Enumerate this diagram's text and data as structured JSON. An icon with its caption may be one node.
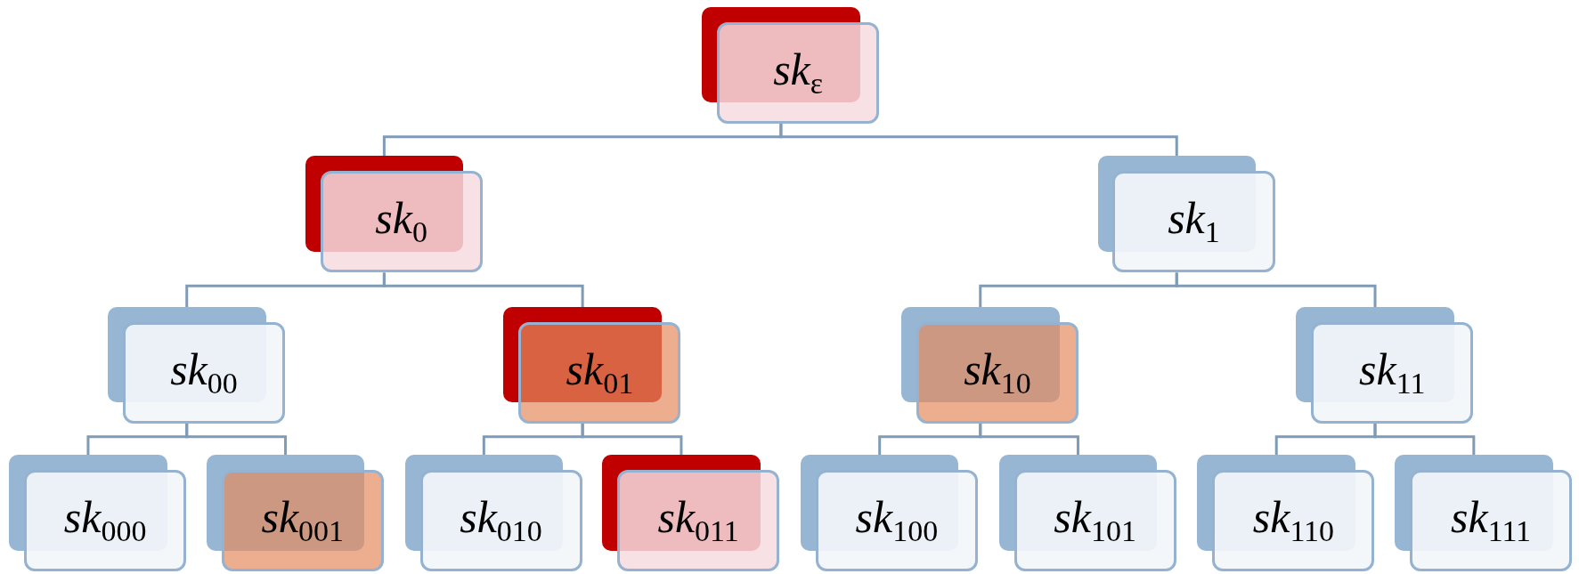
{
  "diagram": {
    "nodes": [
      {
        "text": [
          "sk$_{ε}$"
        ]
      },
      {
        "text": [
          "sk$_{0}$"
        ]
      },
      {
        "text": [
          "sk$_{1}$"
        ]
      },
      {
        "text": [
          "sk$_{00}$"
        ]
      },
      {
        "text": [
          "sk$_{01}$"
        ]
      },
      {
        "text": [
          "sk$_{10}$"
        ]
      },
      {
        "text": [
          "sk$_{11}$"
        ]
      },
      {
        "text": [
          "sk$_{000}$"
        ]
      },
      {
        "text": [
          "sk$_{001}$"
        ]
      },
      {
        "text": [
          "sk$_{010}$"
        ]
      },
      {
        "text": [
          "sk$_{011}$"
        ]
      },
      {
        "text": [
          "sk$_{100}$"
        ]
      },
      {
        "text": [
          "sk$_{101}$"
        ]
      },
      {
        "text": [
          "sk$_{110}$"
        ]
      },
      {
        "text": [
          "sk$_{111}$"
        ]
      }
    ],
    "edges": [
      {
        "from": 0,
        "to": 1,
        "arrow": "none"
      },
      {
        "from": 0,
        "to": 2,
        "arrow": "none"
      },
      {
        "from": 1,
        "to": 3,
        "arrow": "none"
      },
      {
        "from": 1,
        "to": 4,
        "arrow": "none"
      },
      {
        "from": 2,
        "to": 5,
        "arrow": "none"
      },
      {
        "from": 2,
        "to": 6,
        "arrow": "none"
      },
      {
        "from": 3,
        "to": 7,
        "arrow": "none"
      },
      {
        "from": 3,
        "to": 8,
        "arrow": "none"
      },
      {
        "from": 4,
        "to": 9,
        "arrow": "none"
      },
      {
        "from": 4,
        "to": 10,
        "arrow": "none"
      },
      {
        "from": 5,
        "to": 11,
        "arrow": "none"
      },
      {
        "from": 5,
        "to": 12,
        "arrow": "none"
      },
      {
        "from": 6,
        "to": 13,
        "arrow": "none"
      },
      {
        "from": 6,
        "to": 14,
        "arrow": "none"
      }
    ]
  }
}
